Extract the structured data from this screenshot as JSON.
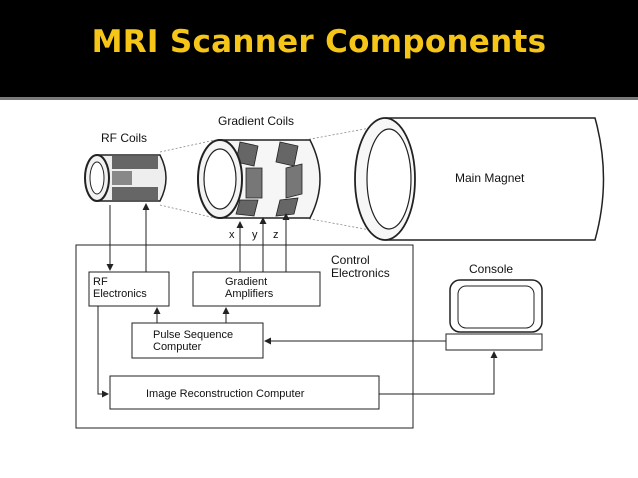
{
  "slide": {
    "title": "MRI Scanner Components",
    "title_color": "#f5c518",
    "background_header": "#000000"
  },
  "diagram": {
    "labels": {
      "rf_coils": "RF Coils",
      "gradient_coils": "Gradient Coils",
      "main_magnet": "Main Magnet",
      "axis_x": "x",
      "axis_y": "y",
      "axis_z": "z",
      "control_electronics_line1": "Control",
      "control_electronics_line2": "Electronics",
      "console": "Console",
      "rf_electronics_line1": "RF",
      "rf_electronics_line2": "Electronics",
      "gradient_amplifiers_line1": "Gradient",
      "gradient_amplifiers_line2": "Amplifiers",
      "pulse_sequence_line1": "Pulse Sequence",
      "pulse_sequence_line2": "Computer",
      "image_reconstruction": "Image Reconstruction Computer"
    }
  }
}
